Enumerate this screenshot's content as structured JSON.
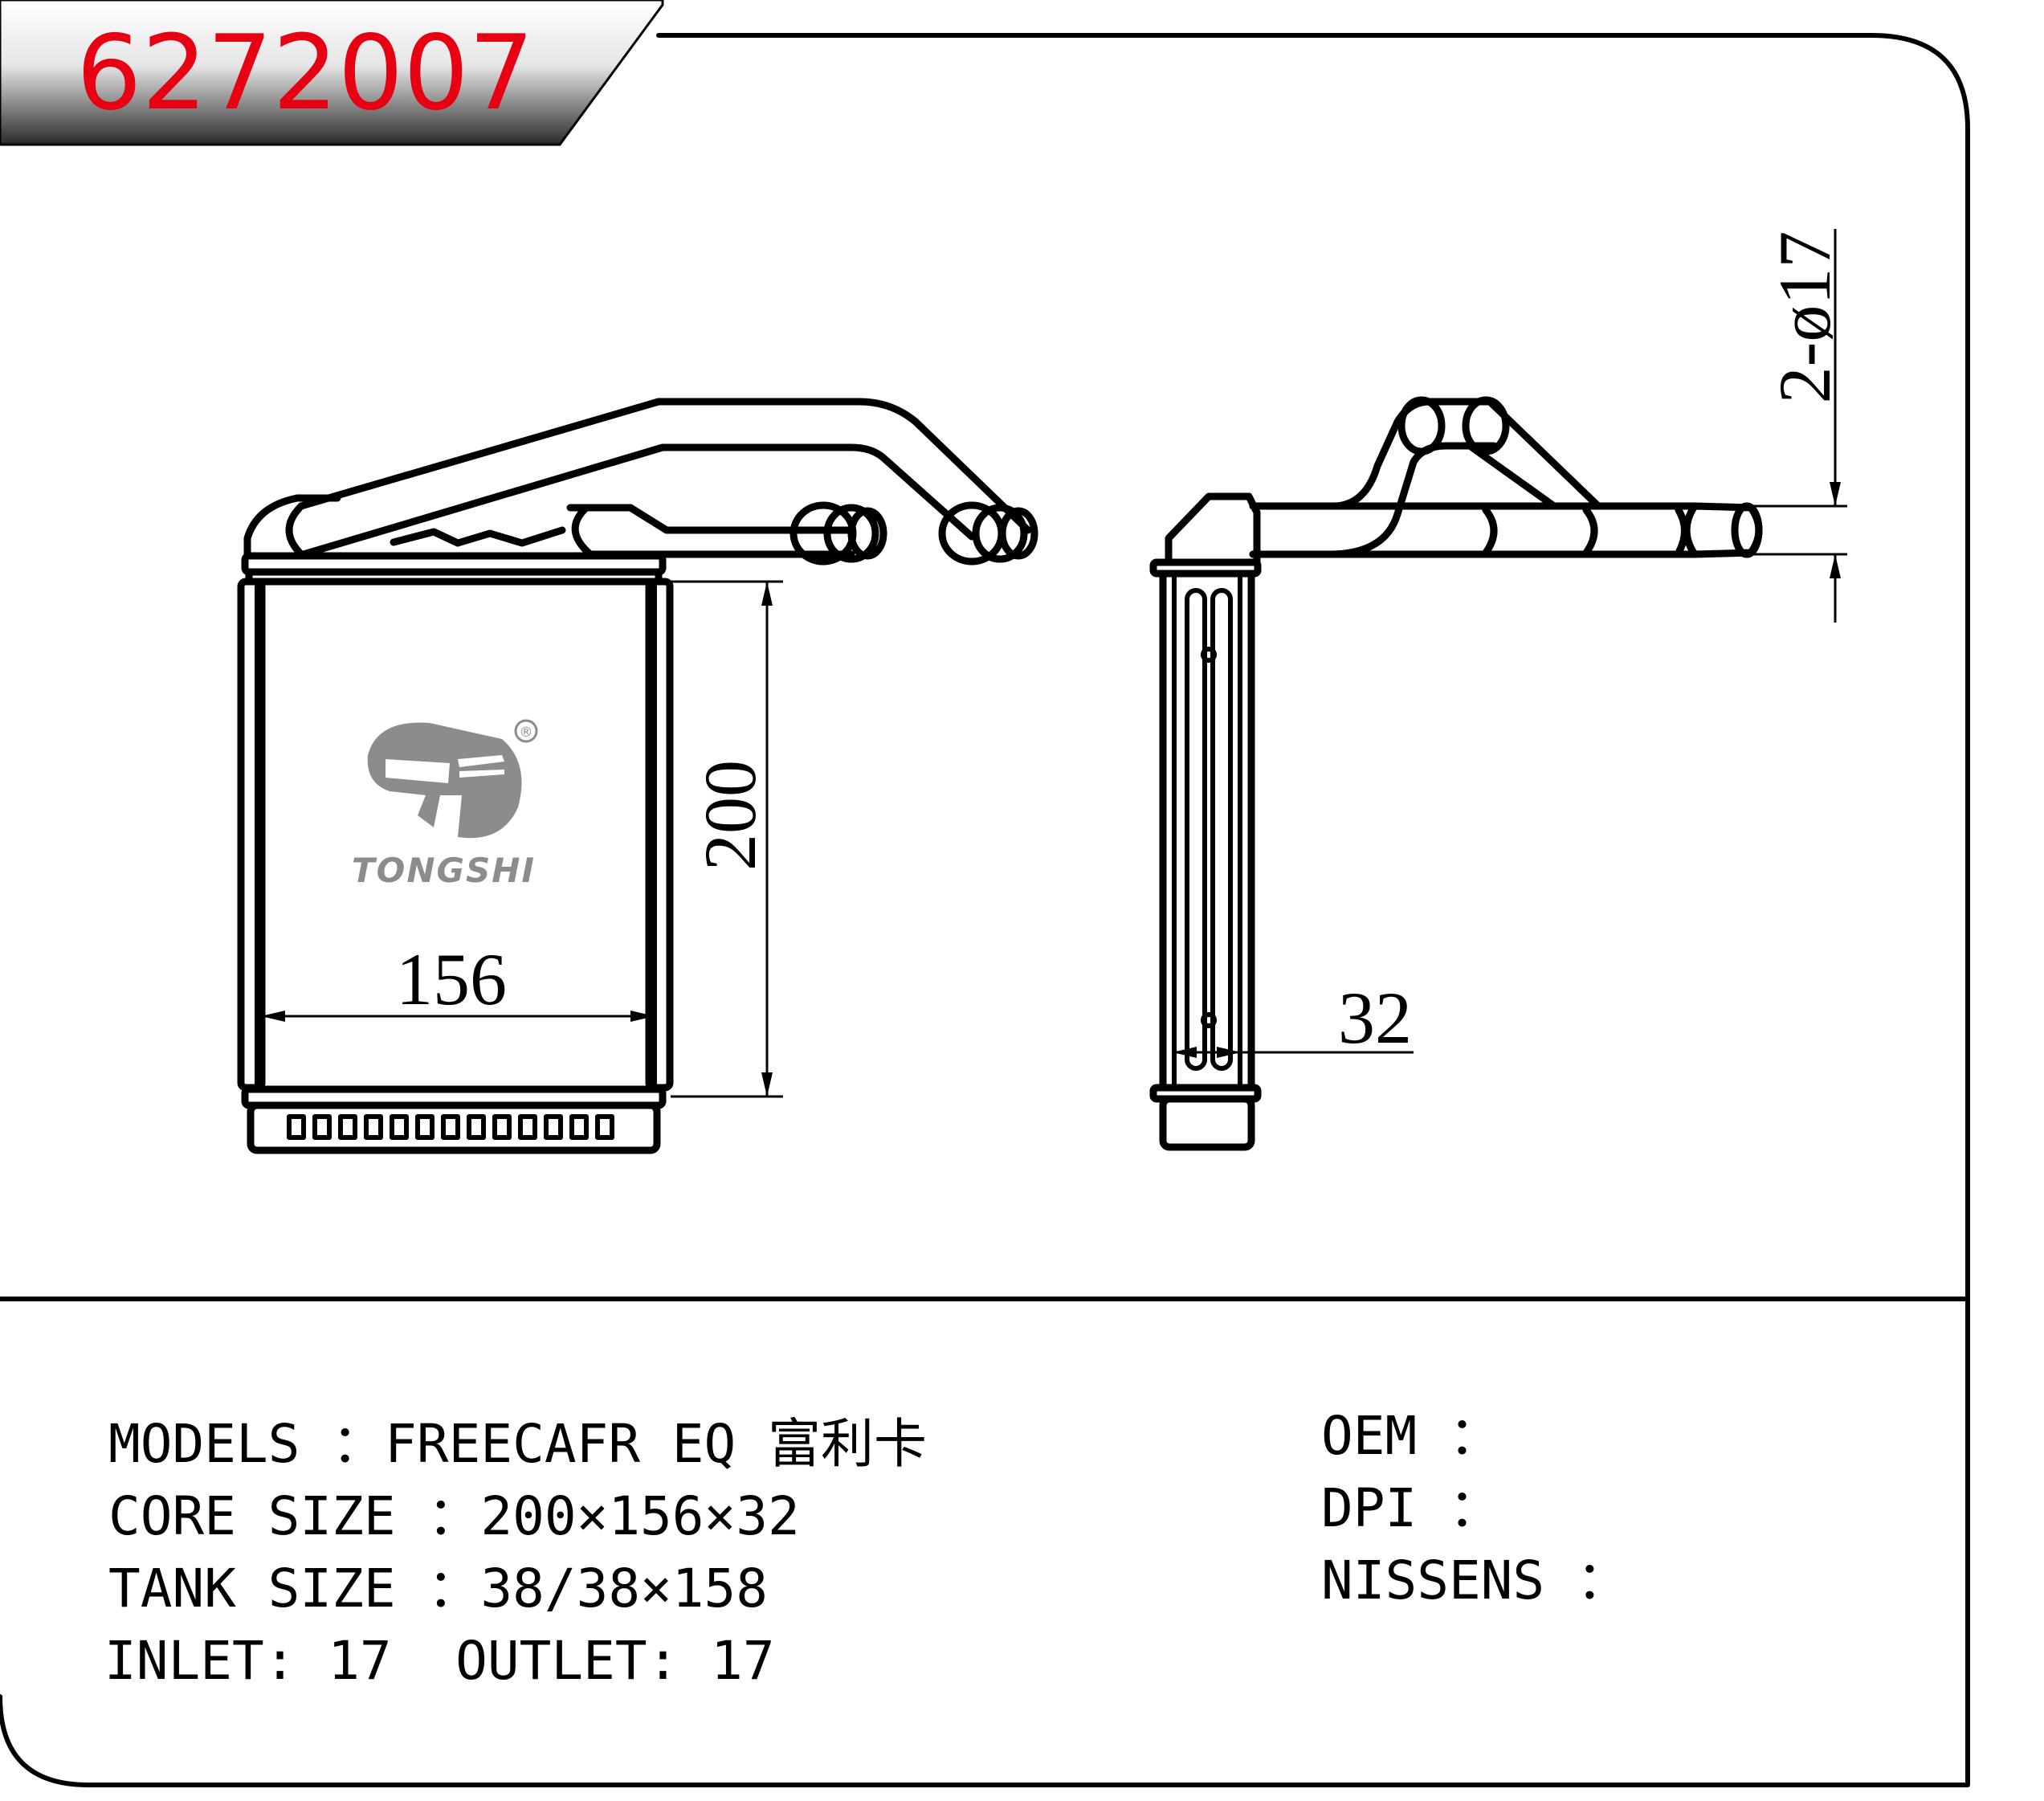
{
  "part_number": "6272007",
  "brand": {
    "name": "TONGSHI",
    "registered_mark": "®",
    "logo_color": "#8c8c8c"
  },
  "accent_color": "#e60012",
  "dimensions": {
    "core_height": "200",
    "core_width": "156",
    "core_depth": "32",
    "pipe_spec": "2-ø17"
  },
  "specs": {
    "models": {
      "label": "MODELS",
      "sep": "：",
      "value": "FREECAFR EQ 富利卡"
    },
    "core_size": {
      "label": "CORE SIZE",
      "sep": "：",
      "value": "200×156×32"
    },
    "tank_size": {
      "label": "TANK SIZE",
      "sep": "：",
      "value": "38/38×158"
    },
    "inlet": {
      "label": "INLET",
      "sep": ":",
      "value": "17"
    },
    "outlet": {
      "label": "OUTLET",
      "sep": ":",
      "value": "17"
    },
    "oem": {
      "label": "OEM",
      "sep": "：",
      "value": ""
    },
    "dpi": {
      "label": "DPI",
      "sep": "：",
      "value": ""
    },
    "nissens": {
      "label": "NISSENS",
      "sep": "：",
      "value": ""
    }
  }
}
